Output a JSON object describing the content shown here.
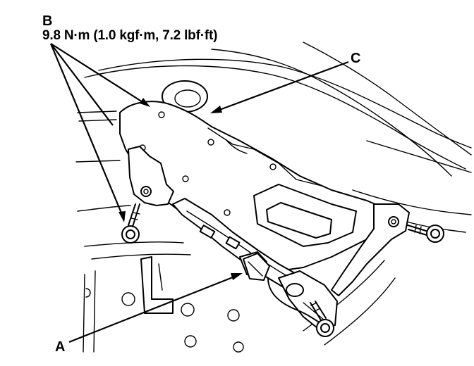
{
  "callouts": {
    "b_label": "B",
    "b_torque": "9.8 N·m (1.0 kgf·m, 7.2 lbf·ft)",
    "c_label": "C",
    "a_label": "A"
  },
  "colors": {
    "ink": "#000000",
    "paper": "#ffffff"
  }
}
